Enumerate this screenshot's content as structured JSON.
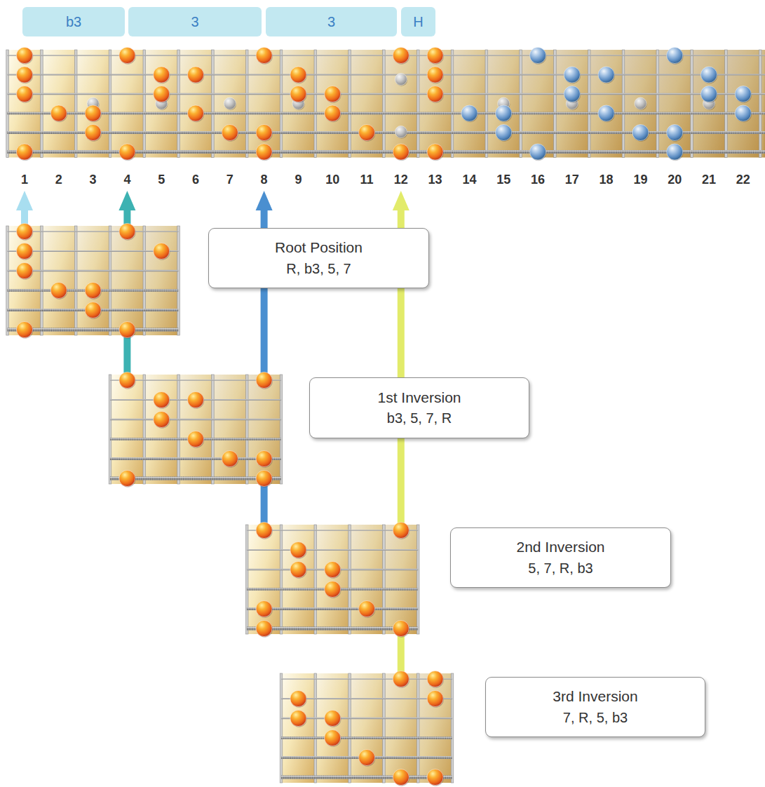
{
  "diagram": {
    "nodes": [
      {
        "text": [
          "b3"
        ]
      },
      {
        "text": [
          "3"
        ]
      },
      {
        "text": [
          "3"
        ]
      },
      {
        "text": [
          "H"
        ]
      },
      {
        "text": [
          "Root Position",
          "R, b3, 5, 7"
        ]
      },
      {
        "text": [
          "1st Inversion",
          "b3, 5, 7, R"
        ]
      },
      {
        "text": [
          "2nd Inversion",
          "5, 7, R, b3"
        ]
      },
      {
        "text": [
          "3rd Inversion",
          "7, R, 5, b3"
        ]
      }
    ],
    "labels": [
      "1",
      "2",
      "3",
      "4",
      "5",
      "6",
      "7",
      "8",
      "9",
      "10",
      "11",
      "12",
      "13",
      "14",
      "15",
      "16",
      "17",
      "18",
      "19",
      "20",
      "21",
      "22"
    ]
  }
}
